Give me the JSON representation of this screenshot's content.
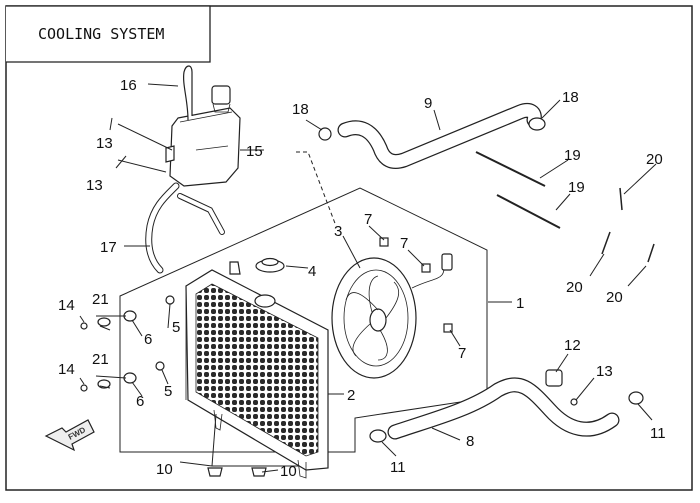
{
  "title": "COOLING SYSTEM",
  "direction_label": "FWD",
  "callouts": {
    "c1": "1",
    "c2": "2",
    "c3": "3",
    "c4": "4",
    "c5a": "5",
    "c5b": "5",
    "c6a": "6",
    "c6b": "6",
    "c7a": "7",
    "c7b": "7",
    "c7c": "7",
    "c8": "8",
    "c9": "9",
    "c10a": "10",
    "c10b": "10",
    "c11a": "11",
    "c11b": "11",
    "c12": "12",
    "c13a": "13",
    "c13b": "13",
    "c13c": "13",
    "c14a": "14",
    "c14b": "14",
    "c15": "15",
    "c16": "16",
    "c17": "17",
    "c18a": "18",
    "c18b": "18",
    "c19a": "19",
    "c19b": "19",
    "c20a": "20",
    "c20b": "20",
    "c20c": "20",
    "c21a": "21",
    "c21b": "21"
  }
}
